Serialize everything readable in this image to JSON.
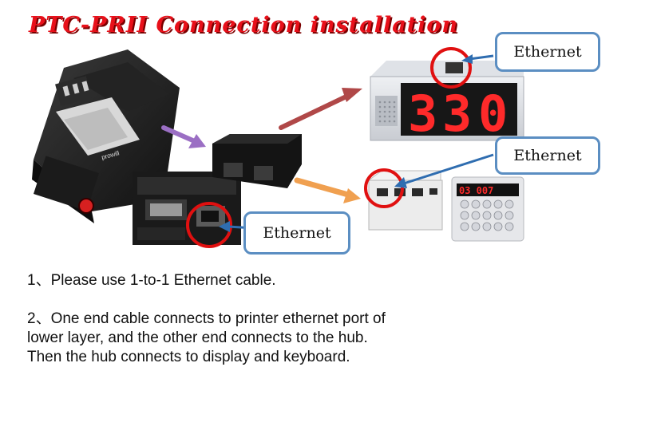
{
  "title": "PTC-PRII Connection installation",
  "callouts": {
    "display": "Ethernet",
    "hub": "Ethernet",
    "printer": "Ethernet"
  },
  "devices": {
    "display_digits": [
      "3",
      "3",
      "0"
    ],
    "keypad_readout": "03 007",
    "printer_brand": "prowill"
  },
  "instructions": {
    "step1": "1、Please use 1-to-1 Ethernet cable.",
    "step2_line1": "2、One end cable connects to printer ethernet port of",
    "step2_line2": "lower layer, and the other end connects to the hub.",
    "step2_line3": "Then the hub connects to display and keyboard."
  },
  "colors": {
    "title": "#e8101a",
    "callout_border": "#5b8ec2",
    "highlight_ring": "#e01010",
    "arrow_purple": "#9b6fc4",
    "arrow_red": "#b04848",
    "arrow_orange": "#f0a050",
    "digit": "#ff2a2a"
  }
}
